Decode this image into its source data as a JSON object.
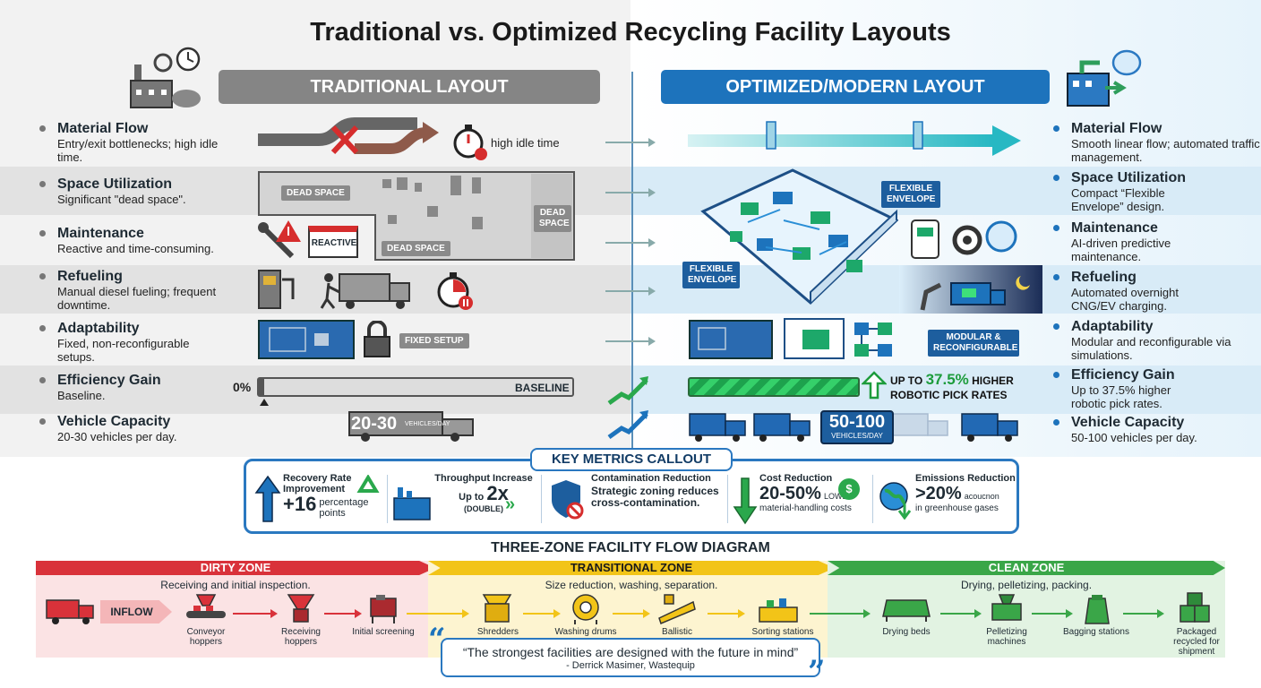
{
  "title": "Traditional vs. Optimized Recycling Facility Layouts",
  "headers": {
    "traditional": "TRADITIONAL LAYOUT",
    "optimized": "OPTIMIZED/MODERN LAYOUT"
  },
  "traditional": [
    {
      "title": "Material Flow",
      "desc": "Entry/exit bottlenecks; high idle time."
    },
    {
      "title": "Space Utilization",
      "desc": "Significant \"dead space\"."
    },
    {
      "title": "Maintenance",
      "desc": "Reactive and time-consuming."
    },
    {
      "title": "Refueling",
      "desc": "Manual diesel fueling; frequent downtime."
    },
    {
      "title": "Adaptability",
      "desc": "Fixed, non-reconfigurable setups."
    },
    {
      "title": "Efficiency Gain",
      "desc": "Baseline."
    },
    {
      "title": "Vehicle Capacity",
      "desc": "20-30 vehicles per day."
    }
  ],
  "optimized": [
    {
      "title": "Material Flow",
      "desc": "Smooth linear flow; automated traffic management."
    },
    {
      "title": "Space Utilization",
      "desc": "Compact “Flexible Envelope” design."
    },
    {
      "title": "Maintenance",
      "desc": "AI-driven predictive maintenance."
    },
    {
      "title": "Refueling",
      "desc": "Automated overnight CNG/EV charging."
    },
    {
      "title": "Adaptability",
      "desc": "Modular and reconfigurable via simulations."
    },
    {
      "title": "Efficiency Gain",
      "desc": "Up to 37.5% higher robotic pick rates."
    },
    {
      "title": "Vehicle Capacity",
      "desc": "50-100 vehicles per day."
    }
  ],
  "trad_visual": {
    "idle": "high idle time",
    "dead_space": "DEAD SPACE",
    "reactive": "REACTIVE",
    "fixed_setup": "FIXED SETUP",
    "zero": "0%",
    "baseline": "BASELINE",
    "vehicles_num": "20-30",
    "vehicles_unit": "VEHICLES/DAY"
  },
  "opt_visual": {
    "flexible_envelope": "FLEXIBLE ENVELOPE",
    "modular": "MODULAR & RECONFIGURABLE",
    "pick_prefix": "UP TO",
    "pick_value": "37.5%",
    "pick_suffix": "HIGHER",
    "pick_line2": "ROBOTIC PICK RATES",
    "vehicles_num": "50-100",
    "vehicles_unit": "VEHICLES/DAY"
  },
  "metrics": {
    "title": "KEY METRICS CALLOUT",
    "recovery": {
      "label": "Recovery Rate Improvement",
      "value": "+16",
      "unit": "percentage points"
    },
    "throughput": {
      "label": "Throughput Increase",
      "prefix": "Up to",
      "value": "2x",
      "unit": "(DOUBLE)"
    },
    "contamination": {
      "label": "Contamination Reduction",
      "desc": "Strategic zoning reduces cross-contamination."
    },
    "cost": {
      "label": "Cost Reduction",
      "value": "20-50%",
      "suffix": "LOWER",
      "unit": "material-handling costs"
    },
    "emissions": {
      "label": "Emissions Reduction",
      "value": ">20%",
      "suffix": "acoucnon",
      "unit": "in greenhouse gases"
    }
  },
  "flow": {
    "title": "THREE-ZONE FACILITY FLOW DIAGRAM",
    "dirty": {
      "label": "DIRTY ZONE",
      "desc": "Receiving and initial inspection.",
      "inflow": "INFLOW",
      "items": [
        "Conveyor hoppers",
        "Receiving hoppers",
        "Initial screening"
      ]
    },
    "transitional": {
      "label": "TRANSITIONAL ZONE",
      "desc": "Size reduction, washing, separation.",
      "items": [
        "Shredders",
        "Washing drums",
        "Ballistic separators",
        "Sorting stations"
      ]
    },
    "clean": {
      "label": "CLEAN ZONE",
      "desc": "Drying, pelletizing, packing.",
      "items": [
        "Drying beds",
        "Pelletizing machines",
        "Bagging stations",
        "Packaged recycled for shipment"
      ]
    }
  },
  "quote": {
    "text": "“The strongest facilities are designed with the future in mind”",
    "author": "- Derrick Masimer, Wastequip"
  },
  "colors": {
    "dirty": "#d9323a",
    "transitional": "#f2c418",
    "clean": "#3aa648",
    "accent": "#1d73bc"
  }
}
